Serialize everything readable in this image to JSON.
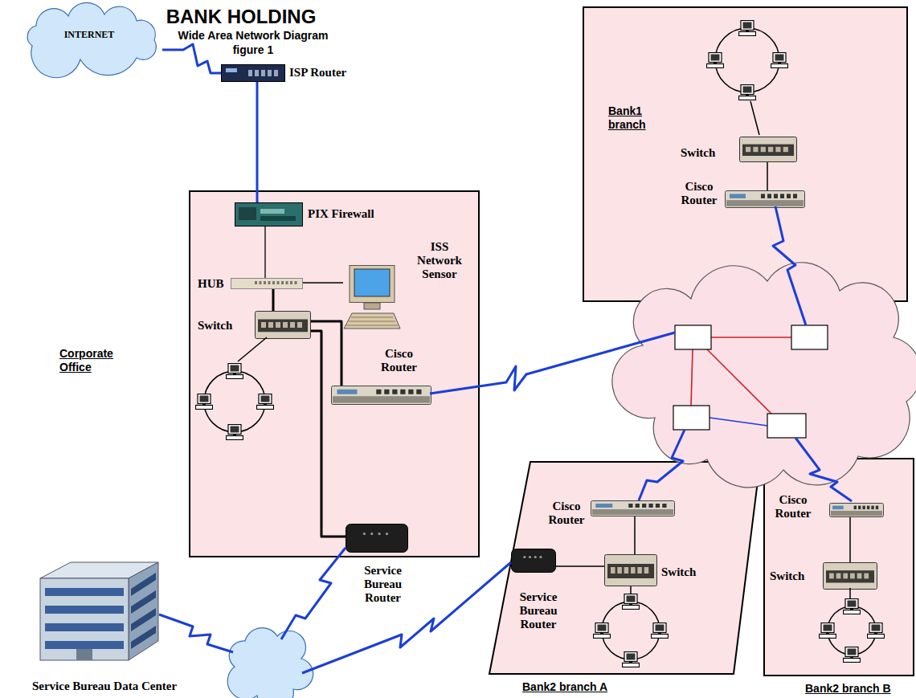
{
  "diagram": {
    "title": "BANK HOLDING",
    "nodes": [
      {
        "text": [
          "INTERNET"
        ]
      },
      {
        "text": [
          "ISP Router"
        ]
      },
      {
        "text": [
          "Corporate Office"
        ]
      },
      {
        "text": [
          "PIX Firewall"
        ],
        "in": 2
      },
      {
        "text": [
          "HUB"
        ],
        "in": 2
      },
      {
        "text": [
          "ISS Network Sensor"
        ],
        "in": 2
      },
      {
        "text": [
          "Switch"
        ],
        "in": 2
      },
      {
        "text": [
          "Cisco Router"
        ],
        "in": 2
      },
      {
        "text": [
          "Service Bureau Router"
        ],
        "in": 2
      },
      {
        "text": [
          "Bank1 branch"
        ]
      },
      {
        "text": [
          "Switch"
        ],
        "in": 9
      },
      {
        "text": [
          "Cisco Router"
        ],
        "in": 9
      },
      {
        "text": [
          "Bank2 branch A"
        ]
      },
      {
        "text": [
          "Cisco Router"
        ],
        "in": 12
      },
      {
        "text": [
          "Switch"
        ],
        "in": 12
      },
      {
        "text": [
          "Service Bureau Router"
        ],
        "in": 12
      },
      {
        "text": [
          "Bank2 branch B"
        ]
      },
      {
        "text": [
          "Cisco Router"
        ],
        "in": 16
      },
      {
        "text": [
          "Switch"
        ],
        "in": 16
      },
      {
        "text": [
          "Service Bureau Data Center"
        ]
      }
    ],
    "edges": [
      {
        "from": 0,
        "to": 1,
        "arrow": "none"
      },
      {
        "from": 1,
        "to": 3,
        "arrow": "none"
      },
      {
        "from": 3,
        "to": 4,
        "arrow": "none"
      },
      {
        "from": 4,
        "to": 5,
        "arrow": "none"
      },
      {
        "from": 4,
        "to": 6,
        "arrow": "none"
      },
      {
        "from": 6,
        "to": 7,
        "arrow": "none"
      },
      {
        "from": 6,
        "to": 8,
        "arrow": "none"
      },
      {
        "from": 10,
        "to": 11,
        "arrow": "none"
      },
      {
        "from": 13,
        "to": 14,
        "arrow": "none"
      },
      {
        "from": 14,
        "to": 15,
        "arrow": "none"
      },
      {
        "from": 17,
        "to": 18,
        "arrow": "none"
      }
    ],
    "labels": [
      "Wide Area Network Diagram",
      "figure 1"
    ]
  }
}
